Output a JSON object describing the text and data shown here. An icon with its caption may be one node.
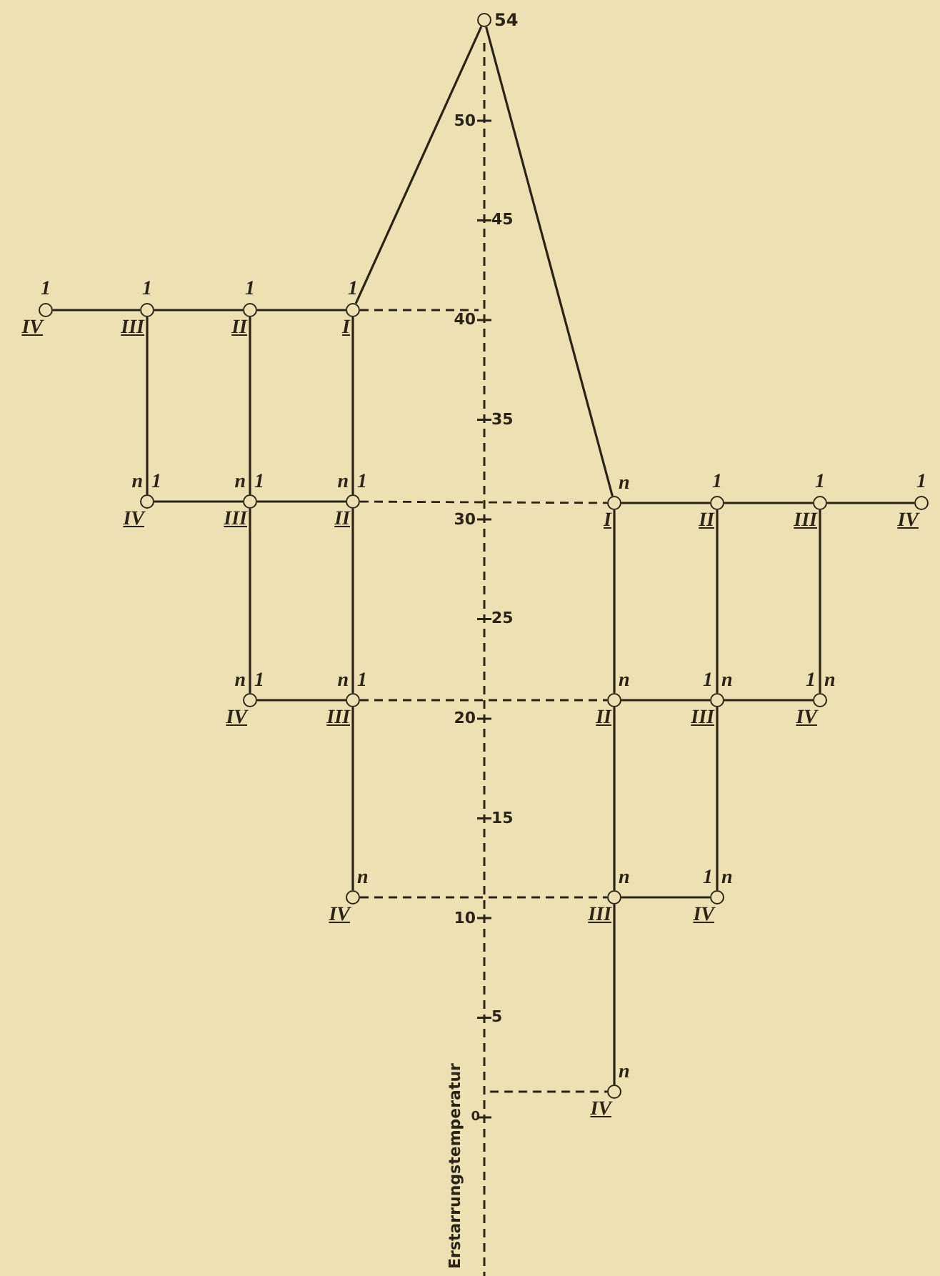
{
  "diagram": {
    "nodes": [
      {
        "text": [],
        "shape": "circle",
        "beside": [
          "54"
        ]
      },
      {
        "text": [],
        "shape": "circle",
        "beside": [
          "1",
          "IV"
        ]
      },
      {
        "text": [],
        "shape": "circle",
        "beside": [
          "1",
          "III"
        ]
      },
      {
        "text": [],
        "shape": "circle",
        "beside": [
          "1",
          "II"
        ]
      },
      {
        "text": [],
        "shape": "circle",
        "beside": [
          "1",
          "I"
        ]
      },
      {
        "text": [],
        "shape": "circle",
        "beside": [
          "n",
          "1",
          "IV"
        ]
      },
      {
        "text": [],
        "shape": "circle",
        "beside": [
          "n",
          "1",
          "III"
        ]
      },
      {
        "text": [],
        "shape": "circle",
        "beside": [
          "n",
          "1",
          "II"
        ]
      },
      {
        "text": [],
        "shape": "circle",
        "beside": [
          "n",
          "I"
        ]
      },
      {
        "text": [],
        "shape": "circle",
        "beside": [
          "1",
          "II"
        ]
      },
      {
        "text": [],
        "shape": "circle",
        "beside": [
          "1",
          "III"
        ]
      },
      {
        "text": [],
        "shape": "circle",
        "beside": [
          "1",
          "IV"
        ]
      },
      {
        "text": [],
        "shape": "circle",
        "beside": [
          "n",
          "1",
          "IV"
        ]
      },
      {
        "text": [],
        "shape": "circle",
        "beside": [
          "n",
          "1",
          "III"
        ]
      },
      {
        "text": [],
        "shape": "circle",
        "beside": [
          "n",
          "II"
        ]
      },
      {
        "text": [],
        "shape": "circle",
        "beside": [
          "1",
          "n",
          "III"
        ]
      },
      {
        "text": [],
        "shape": "circle",
        "beside": [
          "1",
          "n",
          "IV"
        ]
      },
      {
        "text": [],
        "shape": "circle",
        "beside": [
          "n",
          "IV"
        ]
      },
      {
        "text": [],
        "shape": "circle",
        "beside": [
          "n",
          "III"
        ]
      },
      {
        "text": [],
        "shape": "circle",
        "beside": [
          "1",
          "n",
          "IV"
        ]
      },
      {
        "text": [],
        "shape": "circle",
        "beside": [
          "n",
          "IV"
        ]
      }
    ],
    "edges": [
      {
        "from": 0,
        "to": 4,
        "arrow": "none"
      },
      {
        "from": 0,
        "to": 8,
        "arrow": "none"
      },
      {
        "from": 1,
        "to": 2,
        "arrow": "none"
      },
      {
        "from": 2,
        "to": 3,
        "arrow": "none"
      },
      {
        "from": 3,
        "to": 4,
        "arrow": "none"
      },
      {
        "from": 2,
        "to": 5,
        "arrow": "none"
      },
      {
        "from": 3,
        "to": 6,
        "arrow": "none"
      },
      {
        "from": 4,
        "to": 7,
        "arrow": "none"
      },
      {
        "from": 5,
        "to": 6,
        "arrow": "none"
      },
      {
        "from": 6,
        "to": 7,
        "arrow": "none"
      },
      {
        "from": 7,
        "to": 8,
        "arrow": "none",
        "style": "dashed"
      },
      {
        "from": 8,
        "to": 9,
        "arrow": "none"
      },
      {
        "from": 9,
        "to": 10,
        "arrow": "none"
      },
      {
        "from": 10,
        "to": 11,
        "arrow": "none"
      },
      {
        "from": 6,
        "to": 12,
        "arrow": "none"
      },
      {
        "from": 7,
        "to": 13,
        "arrow": "none"
      },
      {
        "from": 8,
        "to": 14,
        "arrow": "none"
      },
      {
        "from": 9,
        "to": 15,
        "arrow": "none"
      },
      {
        "from": 10,
        "to": 16,
        "arrow": "none"
      },
      {
        "from": 12,
        "to": 13,
        "arrow": "none"
      },
      {
        "from": 13,
        "to": 14,
        "arrow": "none",
        "style": "dashed"
      },
      {
        "from": 14,
        "to": 15,
        "arrow": "none"
      },
      {
        "from": 15,
        "to": 16,
        "arrow": "none"
      },
      {
        "from": 13,
        "to": 17,
        "arrow": "none"
      },
      {
        "from": 14,
        "to": 18,
        "arrow": "none"
      },
      {
        "from": 15,
        "to": 19,
        "arrow": "none"
      },
      {
        "from": 17,
        "to": 18,
        "arrow": "none",
        "style": "dashed"
      },
      {
        "from": 18,
        "to": 19,
        "arrow": "none"
      },
      {
        "from": 18,
        "to": 20,
        "arrow": "none"
      }
    ],
    "labels": [
      "50",
      "45",
      "40",
      "35",
      "30",
      "25",
      "20",
      "15",
      "10",
      "5",
      "0",
      "Erstarrungstemperatur"
    ]
  }
}
